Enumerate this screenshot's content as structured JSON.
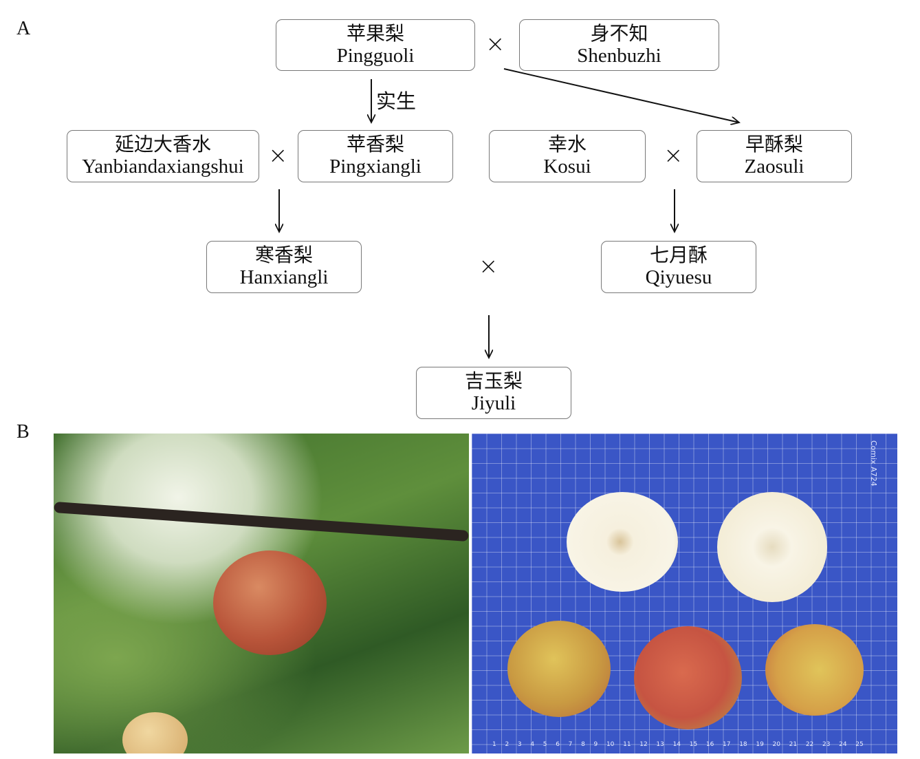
{
  "panels": {
    "a": "A",
    "b": "B"
  },
  "cross_symbol": "×",
  "seedling_label": "实生",
  "nodes": {
    "pingguoli": {
      "zh": "苹果梨",
      "en": "Pingguoli"
    },
    "shenbuzhi": {
      "zh": "身不知",
      "en": "Shenbuzhi"
    },
    "yanbian": {
      "zh": "延边大香水",
      "en": "Yanbiandaxiangshui"
    },
    "pingxiangli": {
      "zh": "苹香梨",
      "en": "Pingxiangli"
    },
    "kosui": {
      "zh": "幸水",
      "en": "Kosui"
    },
    "zaosuli": {
      "zh": "早酥梨",
      "en": "Zaosuli"
    },
    "hanxiangli": {
      "zh": "寒香梨",
      "en": "Hanxiangli"
    },
    "qiyuesu": {
      "zh": "七月酥",
      "en": "Qiyuesu"
    },
    "jiyuli": {
      "zh": "吉玉梨",
      "en": "Jiyuli"
    }
  },
  "photo_b": {
    "brand": "Comix A724",
    "ruler": [
      "1",
      "2",
      "3",
      "4",
      "5",
      "6",
      "7",
      "8",
      "9",
      "10",
      "11",
      "12",
      "13",
      "14",
      "15",
      "16",
      "17",
      "18",
      "19",
      "20",
      "21",
      "22",
      "23",
      "24",
      "25"
    ]
  }
}
